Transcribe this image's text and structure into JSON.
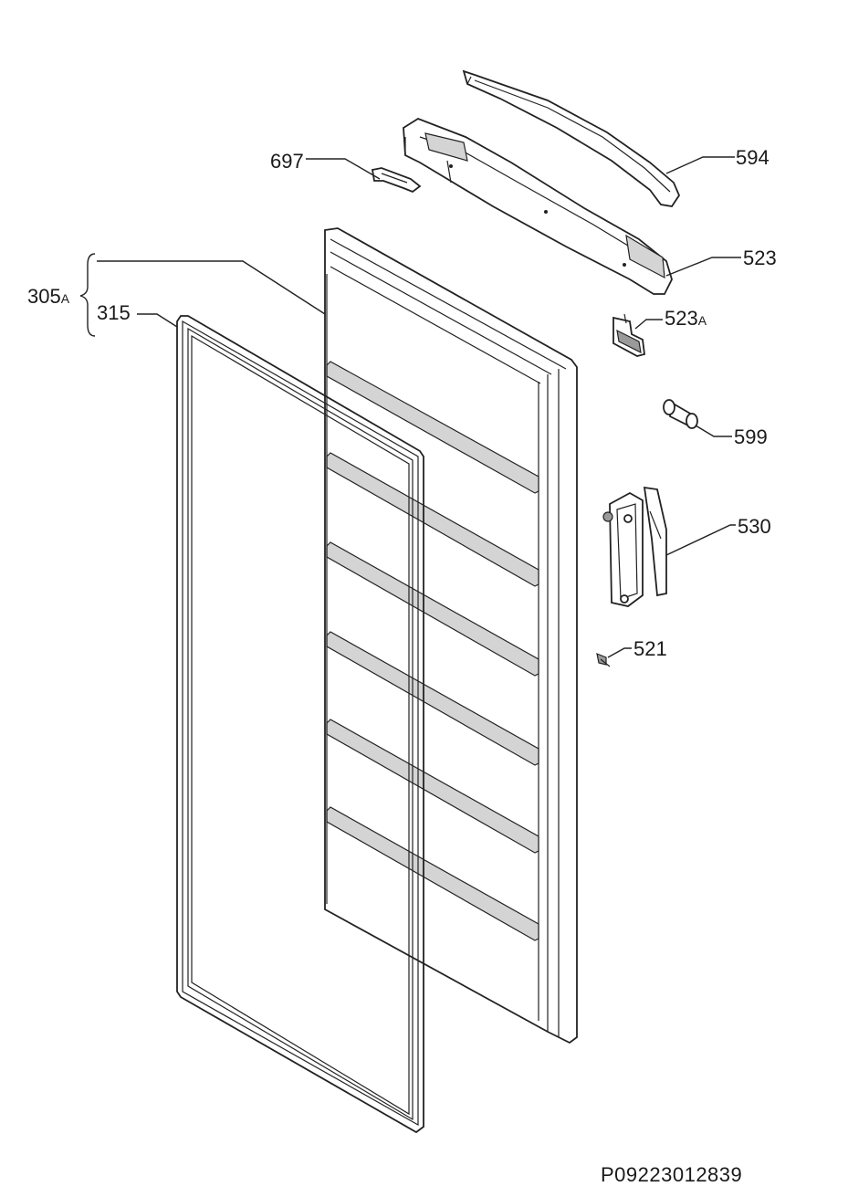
{
  "labels": {
    "p594": "594",
    "p697": "697",
    "p523": "523",
    "p523a": "523",
    "p523a_suffix": "A",
    "p305": "305",
    "p305_suffix": "A",
    "p315": "315",
    "p599": "599",
    "p530": "530",
    "p521": "521"
  },
  "drawing_code": "P09223012839"
}
